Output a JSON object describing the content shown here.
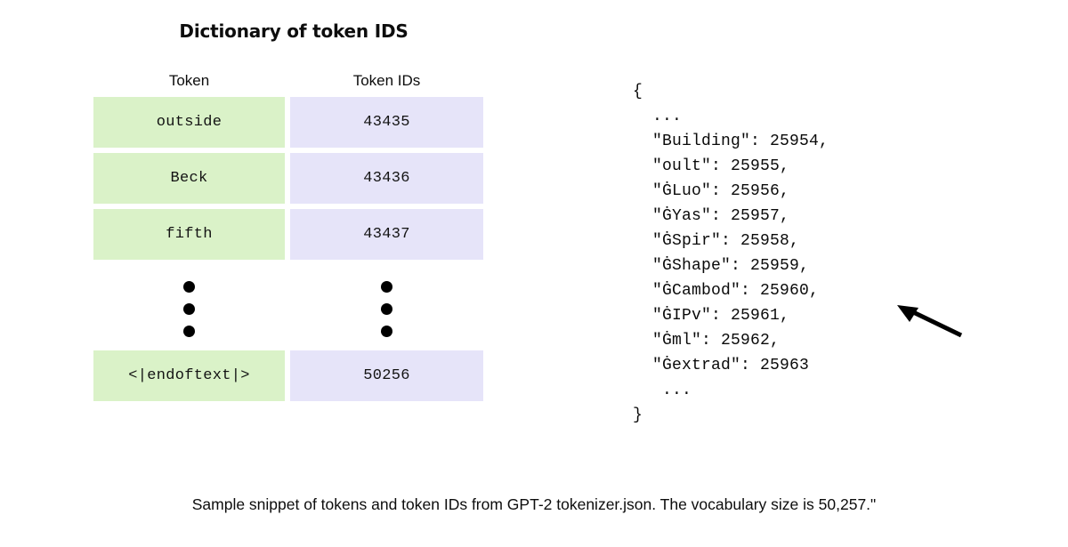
{
  "figure": {
    "title": "Dictionary of token IDS",
    "caption": "Sample snippet of tokens and token IDs from GPT-2 tokenizer.json. The vocabulary size is 50,257.\""
  },
  "table": {
    "headers": {
      "token": "Token",
      "token_ids": "Token IDs"
    },
    "rows": [
      {
        "token": "outside",
        "id": "43435"
      },
      {
        "token": "Beck",
        "id": "43436"
      },
      {
        "token": "fifth",
        "id": "43437"
      }
    ],
    "ellipsis": {
      "token_dots": "⋮",
      "id_dots": "⋮"
    },
    "last_row": {
      "token": "<|endoftext|>",
      "id": "50256"
    },
    "colors": {
      "token_cell": "#daf2c8",
      "id_cell": "#e6e4f9"
    }
  },
  "json_snippet": {
    "lines": [
      "{",
      "  ...",
      "  \"Building\": 25954,",
      "  \"oult\": 25955,",
      "  \"ĠLuo\": 25956,",
      "  \"ĠYas\": 25957,",
      "  \"ĠSpir\": 25958,",
      "  \"ĠShape\": 25959,",
      "  \"ĠCambod\": 25960,",
      "  \"ĠIPv\": 25961,",
      "  \"Ġml\": 25962,",
      "  \"Ġextrad\": 25963",
      "   ...",
      "}"
    ],
    "text": "{\n  ...\n  \"Building\": 25954,\n  \"oult\": 25955,\n  \"ĠLuo\": 25956,\n  \"ĠYas\": 25957,\n  \"ĠSpir\": 25958,\n  \"ĠShape\": 25959,\n  \"ĠCambod\": 25960,\n  \"ĠIPv\": 25961,\n  \"Ġml\": 25962,\n  \"Ġextrad\": 25963\n   ...\n}"
  },
  "annotation": {
    "arrow": "arrow-pointing-left-at-json"
  }
}
